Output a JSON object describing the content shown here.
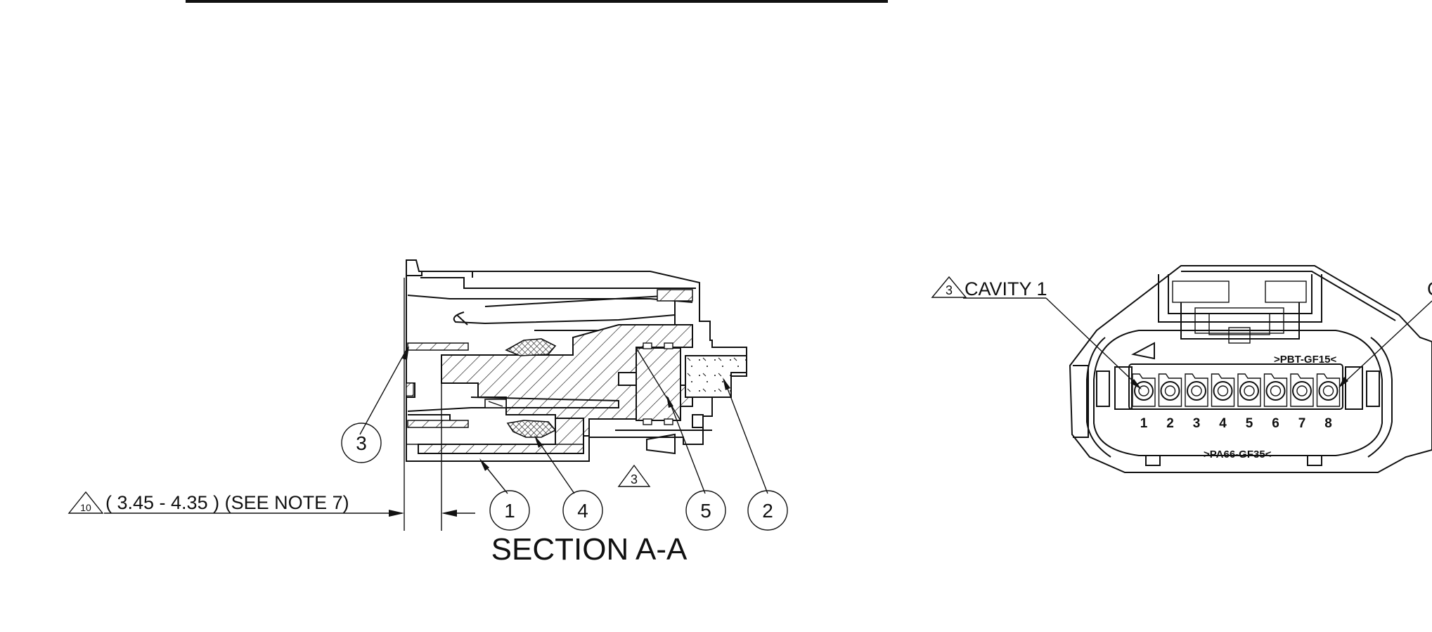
{
  "section": {
    "title": "SECTION A-A",
    "dimension_flag": "10",
    "dimension_text": "( 3.45 - 4.35 ) (SEE NOTE 7)",
    "note_flag": "3",
    "balloons": [
      "3",
      "1",
      "4",
      "5",
      "2"
    ]
  },
  "end_view": {
    "cavity_flag": "3",
    "cavity_label": "CAVITY 1",
    "cut_label": "C",
    "top_marking": ">PBT-GF15<",
    "bottom_marking": ">PA66-GF35<",
    "cavity_numbers": [
      "1",
      "2",
      "3",
      "4",
      "5",
      "6",
      "7",
      "8"
    ]
  }
}
